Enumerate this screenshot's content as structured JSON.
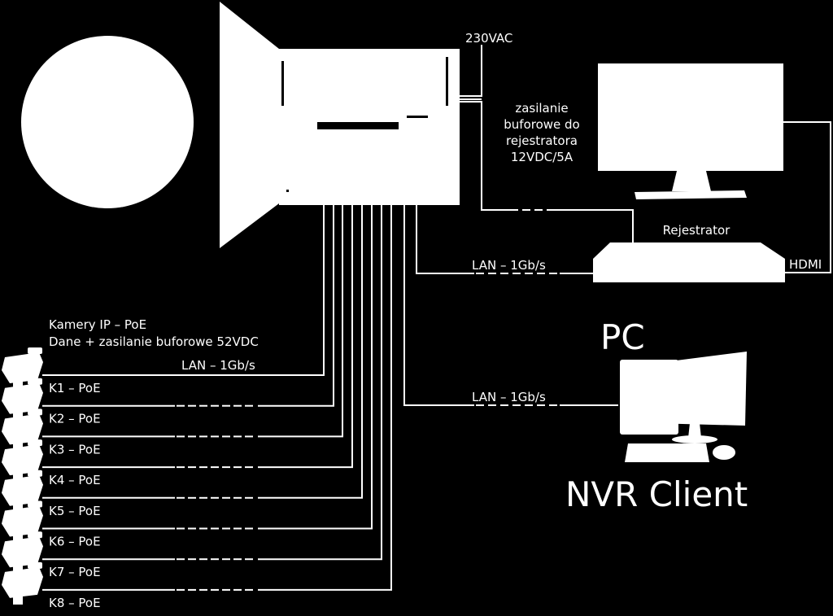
{
  "mains_label": "230VAC",
  "buffer_power": {
    "line1": "zasilanie",
    "line2": "buforowe do",
    "line3": "rejestratora",
    "line4": "12VDC/5A"
  },
  "recorder_label": "Rejestrator",
  "hdmi_label": "HDMI",
  "lan_recorder_label": "LAN – 1Gb/s",
  "lan_pc_label": "LAN – 1Gb/s",
  "lan_cameras_label": "LAN – 1Gb/s",
  "cameras_heading": {
    "line1": "Kamery IP – PoE",
    "line2": "Dane + zasilanie buforowe 52VDC"
  },
  "cameras": [
    "K1 – PoE",
    "K2 – PoE",
    "K3 – PoE",
    "K4 – PoE",
    "K5 – PoE",
    "K6 – PoE",
    "K7 – PoE",
    "K8 – PoE"
  ],
  "pc_label": "PC",
  "nvr_label": "NVR Client"
}
